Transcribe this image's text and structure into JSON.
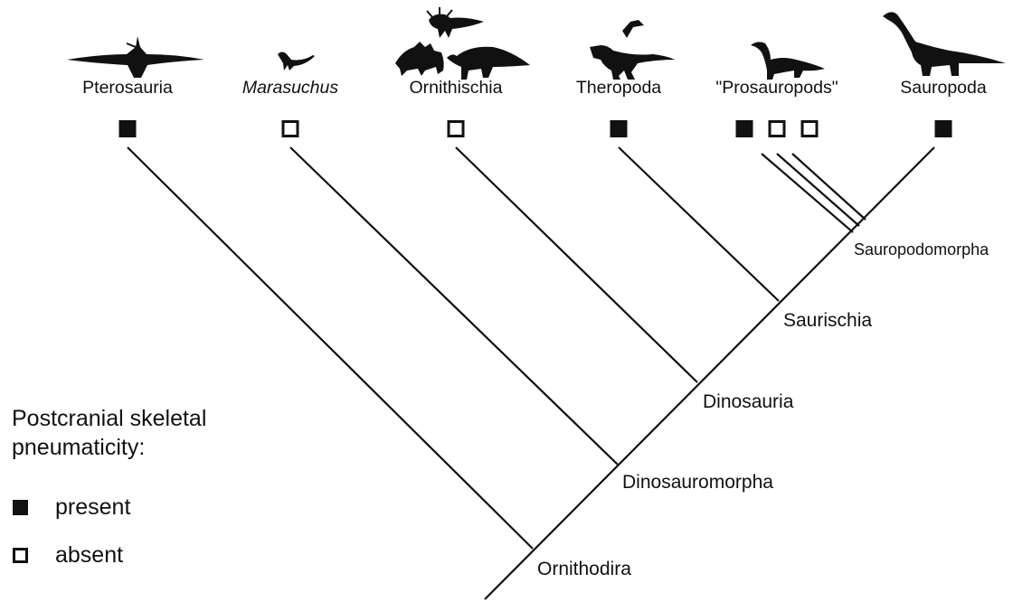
{
  "taxa": [
    {
      "name": "Pterosauria",
      "pneumaticity": [
        "present"
      ],
      "icon": "pterosaur-silhouette-icon"
    },
    {
      "name": "Marasuchus",
      "pneumaticity": [
        "absent"
      ],
      "icon": "marasuchus-silhouette-icon"
    },
    {
      "name": "Ornithischia",
      "pneumaticity": [
        "absent"
      ],
      "icon": "ornithischian-silhouettes-icon"
    },
    {
      "name": "Theropoda",
      "pneumaticity": [
        "present"
      ],
      "icon": "theropod-silhouette-icon"
    },
    {
      "name": "\"Prosauropods\"",
      "pneumaticity": [
        "present",
        "absent",
        "absent"
      ],
      "icon": "prosauropod-silhouette-icon"
    },
    {
      "name": "Sauropoda",
      "pneumaticity": [
        "present"
      ],
      "icon": "sauropod-silhouette-icon"
    }
  ],
  "clades": {
    "sauropodomorpha": "Sauropodomorpha",
    "saurischia": "Saurischia",
    "dinosauria": "Dinosauria",
    "dinosauromorpha": "Dinosauromorpha",
    "ornithodira": "Ornithodira"
  },
  "legend": {
    "title_line1": "Postcranial skeletal",
    "title_line2": "pneumaticity:",
    "present_label": "present",
    "absent_label": "absent"
  },
  "colors": {
    "ink": "#111111",
    "background": "#ffffff"
  }
}
